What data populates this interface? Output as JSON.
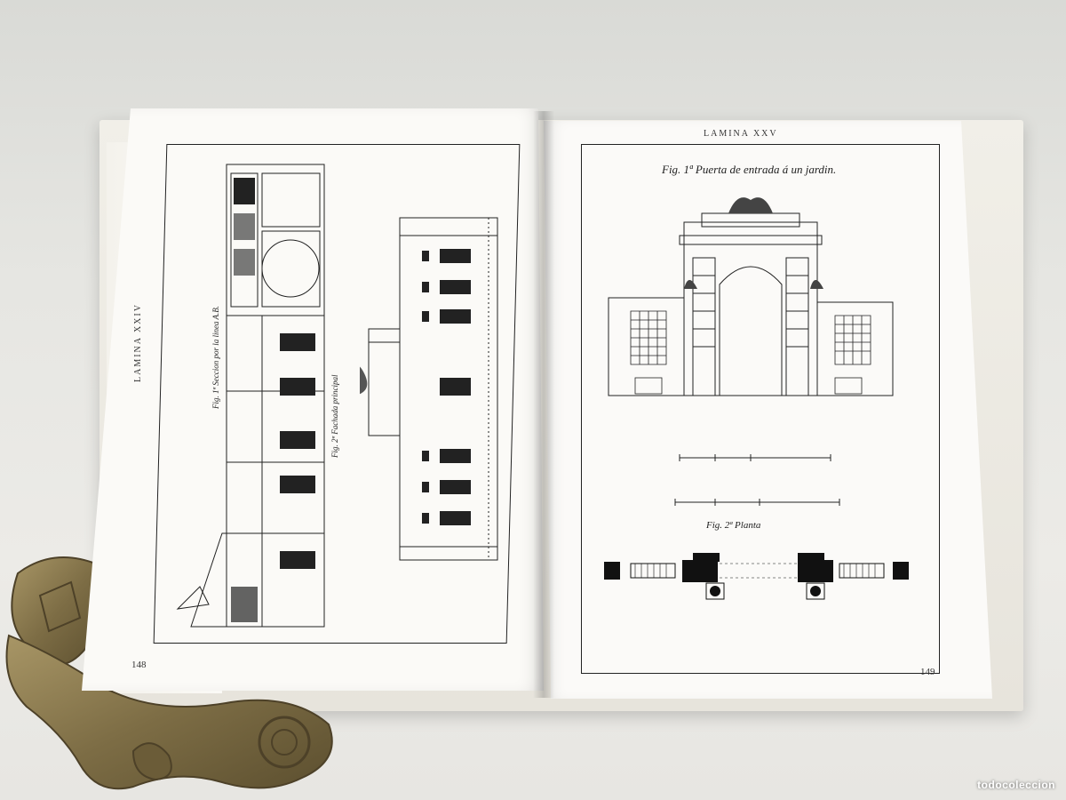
{
  "book": {
    "left_page": {
      "plate_label": "LAMINA XXIV",
      "page_number": "148",
      "fig1_caption": "Fig. 1ª Seccion por la linea A.B.",
      "fig2_caption": "Fig. 2ª Fachada principal"
    },
    "right_page": {
      "plate_label": "LAMINA XXV",
      "page_number": "149",
      "fig1_title": "Fig. 1ª Puerta de entrada á un jardin.",
      "fig2_title": "Fig. 2ª Planta"
    }
  },
  "watermark": {
    "text": "todocoleccion"
  },
  "colors": {
    "ink": "#222222",
    "paper": "#fbfaf7",
    "background": "#e6e6e2",
    "ornament_brass": "#8a7a52"
  }
}
